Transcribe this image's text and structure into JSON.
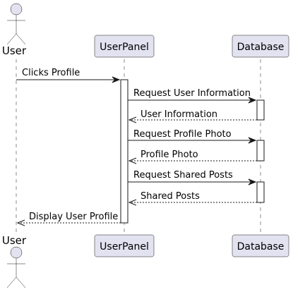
{
  "participants": [
    {
      "id": "user",
      "kind": "actor",
      "label": "User"
    },
    {
      "id": "userpanel",
      "kind": "participant",
      "label": "UserPanel"
    },
    {
      "id": "database",
      "kind": "participant",
      "label": "Database"
    }
  ],
  "messages": [
    {
      "from": "user",
      "to": "userpanel",
      "label": "Clicks Profile",
      "style": "solid"
    },
    {
      "from": "userpanel",
      "to": "database",
      "label": "Request User Information",
      "style": "solid"
    },
    {
      "from": "database",
      "to": "userpanel",
      "label": "User Information",
      "style": "dashed"
    },
    {
      "from": "userpanel",
      "to": "database",
      "label": "Request Profile Photo",
      "style": "solid"
    },
    {
      "from": "database",
      "to": "userpanel",
      "label": "Profile Photo",
      "style": "dashed"
    },
    {
      "from": "userpanel",
      "to": "database",
      "label": "Request Shared Posts",
      "style": "solid"
    },
    {
      "from": "database",
      "to": "userpanel",
      "label": "Shared Posts",
      "style": "dashed"
    },
    {
      "from": "userpanel",
      "to": "user",
      "label": "Display User Profile",
      "style": "dashed"
    }
  ],
  "colors": {
    "participant_fill": "#e2e2f0",
    "line": "#181818",
    "activation_fill": "#ffffff"
  }
}
